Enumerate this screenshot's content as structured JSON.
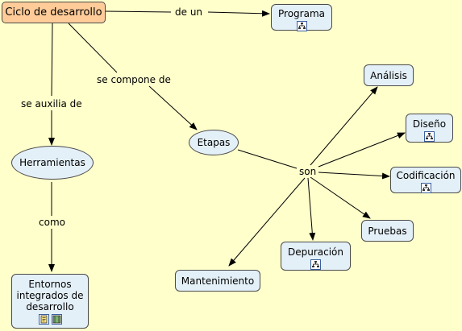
{
  "nodes": {
    "root": "Ciclo de desarrollo",
    "programa": "Programa",
    "herramientas": "Herramientas",
    "etapas": "Etapas",
    "entornos": "Entornos integrados de desarrollo",
    "analisis": "Análisis",
    "diseno": "Diseño",
    "codificacion": "Codificación",
    "pruebas": "Pruebas",
    "depuracion": "Depuración",
    "mantenimiento": "Mantenimiento"
  },
  "links": {
    "de_un": "de un",
    "se_compone_de": "se compone de",
    "se_auxilia_de": "se auxilia de",
    "como": "como",
    "son": "son"
  },
  "icons": {
    "concept_map": "concept-map-icon",
    "document": "document-icon",
    "media": "media-icon"
  },
  "colors": {
    "background": "#ffffcc",
    "root_fill": "#ffcc99",
    "node_fill": "#e4f0f8"
  }
}
